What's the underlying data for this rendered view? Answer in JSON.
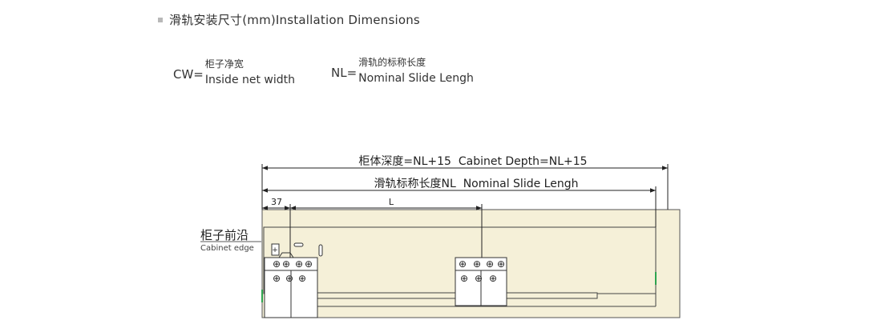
{
  "header": {
    "title": "滑轨安装尺寸(mm)Installation Dimensions"
  },
  "definitions": [
    {
      "key": "CW=",
      "zh": "柜子净宽",
      "en": "Inside net width"
    },
    {
      "key": "NL=",
      "zh": "滑轨的标称长度",
      "en": "Nominal Slide Lengh"
    }
  ],
  "diagram": {
    "cabinet_depth_label": "柜体深度=NL+15  Cabinet Depth=NL+15",
    "slide_length_label": "滑轨标称长度NL  Nominal Slide Lengh",
    "offset_label": "37",
    "l_label": "L",
    "cabinet_edge_zh": "柜子前沿",
    "cabinet_edge_en": "Cabinet edge",
    "panel_color": "#f5f0d8",
    "line_color": "#222222"
  }
}
